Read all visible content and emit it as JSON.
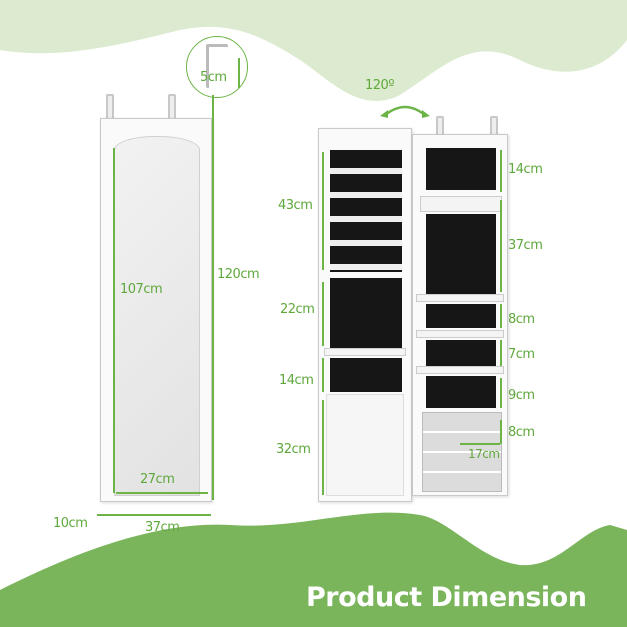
{
  "title": "Product Dimension",
  "colors": {
    "accent": "#5fa83c",
    "band": "#7ab55c",
    "top_blob": "#dcebcf"
  },
  "closed_view": {
    "hook_depth": "5cm",
    "mirror_height": "107cm",
    "total_height": "120cm",
    "mirror_width": "27cm",
    "depth": "10cm",
    "width": "37cm"
  },
  "open_view": {
    "door_angle": "120º",
    "door": [
      "43cm",
      "22cm",
      "14cm",
      "32cm"
    ],
    "body": [
      "14cm",
      "37cm",
      "8cm",
      "7cm",
      "9cm",
      "8cm"
    ],
    "drawer_width": "17cm"
  }
}
